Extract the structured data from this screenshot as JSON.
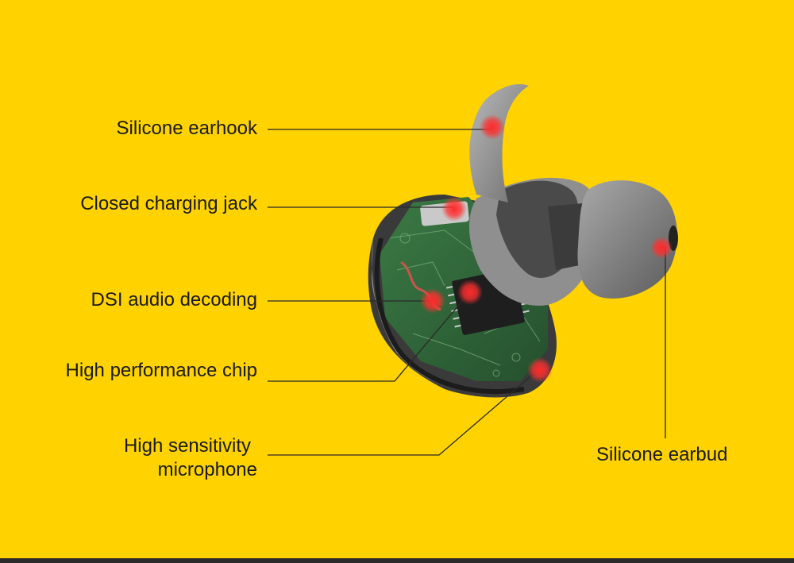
{
  "labels": {
    "earhook": "Silicone earhook",
    "charging_jack": "Closed charging jack",
    "audio_decoding": "DSI audio decoding",
    "chip": "High performance chip",
    "microphone_line1": "High sensitivity",
    "microphone_line2": "microphone",
    "earbud": "Silicone earbud"
  },
  "colors": {
    "background": "#FFD200",
    "leader_line": "#2a2a2a",
    "hotspot": "#E8202A",
    "pcb": "#2F6A3A",
    "shell": "#9A9A9A"
  }
}
